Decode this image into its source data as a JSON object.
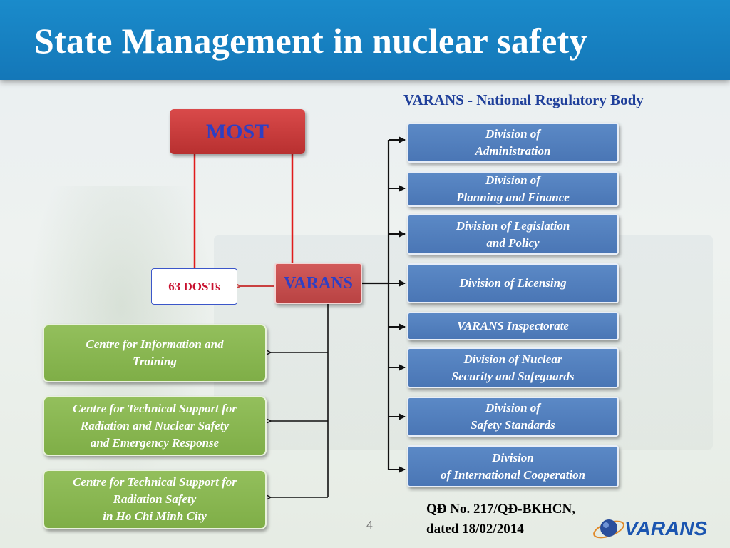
{
  "header": {
    "title": "State Management in nuclear safety"
  },
  "subtitle": "VARANS - National Regulatory Body",
  "nodes": {
    "most": "MOST",
    "varans": "VARANS",
    "dosts": "63 DOSTs"
  },
  "divisions": [
    {
      "line1": "Division of",
      "line2": "Administration"
    },
    {
      "line1": "Division of",
      "line2": "Planning and Finance"
    },
    {
      "line1": "Division of Legislation",
      "line2": "and Policy"
    },
    {
      "line1": "Division of Licensing",
      "line2": ""
    },
    {
      "line1": "VARANS Inspectorate",
      "line2": ""
    },
    {
      "line1": "Division of Nuclear",
      "line2": "Security and Safeguards"
    },
    {
      "line1": "Division of",
      "line2": "Safety Standards"
    },
    {
      "line1": "Division",
      "line2": "of International Cooperation"
    }
  ],
  "centres": [
    {
      "line1": "Centre for Information and",
      "line2": "Training",
      "line3": ""
    },
    {
      "line1": "Centre for Technical Support for",
      "line2": "Radiation and Nuclear Safety",
      "line3": "and Emergency Response"
    },
    {
      "line1": "Centre for Technical Support for",
      "line2": "Radiation Safety",
      "line3": "in Ho Chi Minh City"
    }
  ],
  "decision": {
    "line1": "QĐ No. 217/QĐ-BKHCN,",
    "line2": "dated 18/02/2014"
  },
  "page_number": "4",
  "logo": {
    "text": "VARANS"
  },
  "colors": {
    "header_blue": "#1a8bcb",
    "division_blue": "#4a76b5",
    "centre_green": "#7fae47",
    "most_red": "#c23a3a",
    "node_text_blue": "#2e3fc4",
    "dosts_red": "#c8102e"
  }
}
